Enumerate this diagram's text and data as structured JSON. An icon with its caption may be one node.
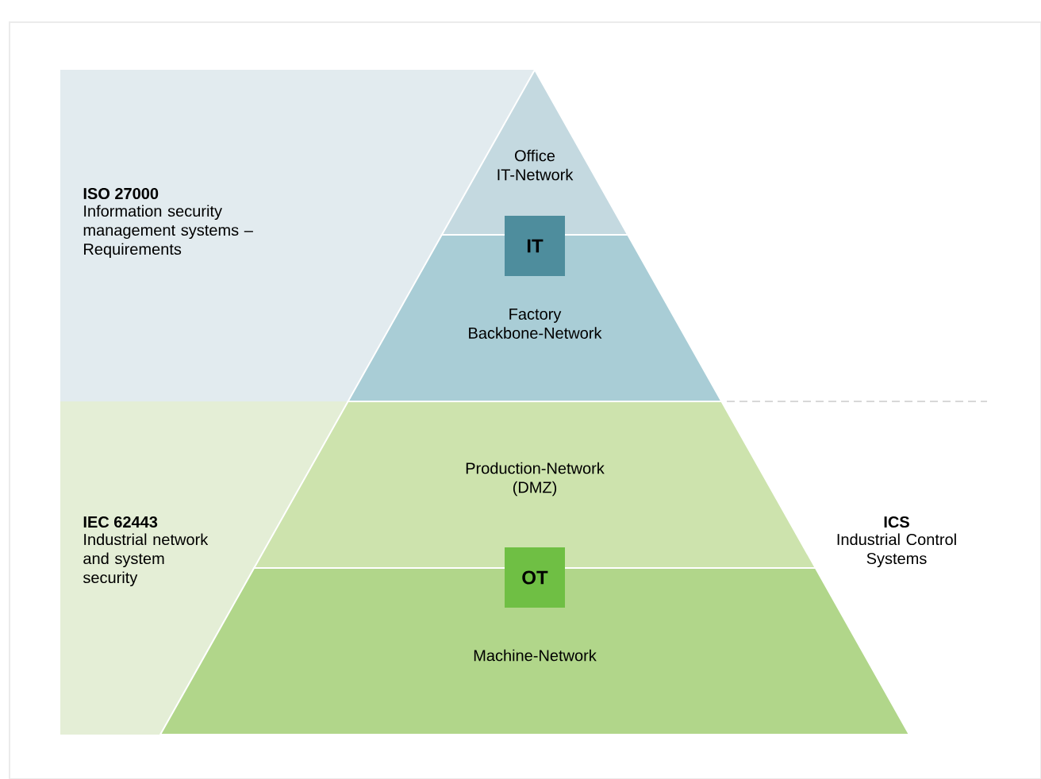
{
  "diagram": {
    "nodes": [
      {
        "text": [
          "ISO 27000",
          "Information security management systems – Requirements"
        ]
      },
      {
        "text": [
          "Office IT-Network"
        ]
      },
      {
        "text": [
          "Factory Backbone-Network"
        ]
      },
      {
        "text": [
          "IT"
        ]
      },
      {
        "text": [
          "IEC 62443",
          "Industrial network and system security"
        ]
      },
      {
        "text": [
          "Production-Network (DMZ)"
        ]
      },
      {
        "text": [
          "Machine-Network"
        ]
      },
      {
        "text": [
          "OT"
        ]
      }
    ],
    "labels": [
      "ICS",
      "Industrial Control Systems"
    ]
  }
}
